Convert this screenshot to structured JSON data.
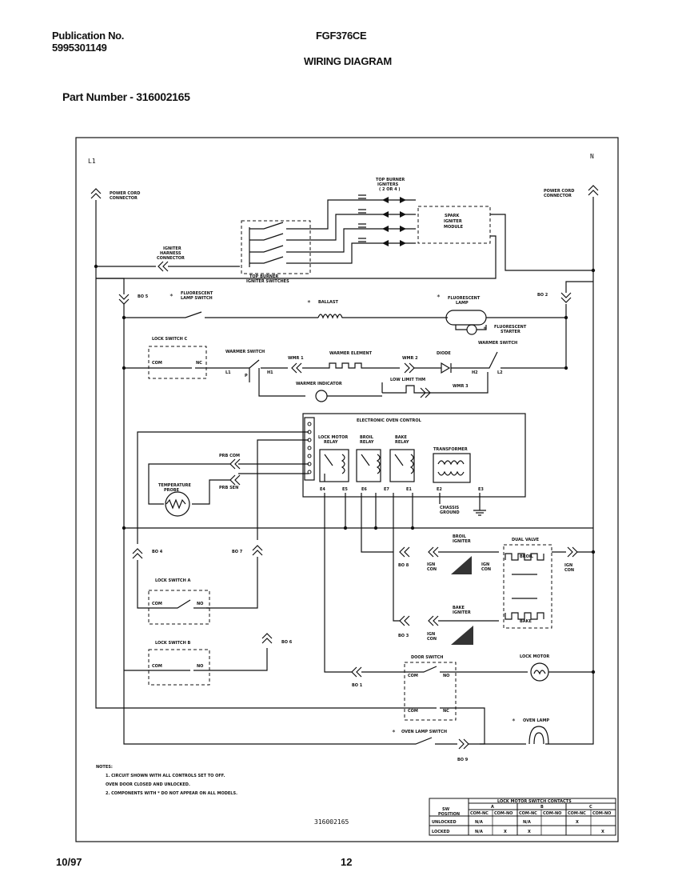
{
  "header": {
    "publication_label": "Publication No.",
    "publication_number": "5995301149",
    "model": "FGF376CE",
    "section_title": "WIRING DIAGRAM",
    "part_number": "Part Number - 316002165"
  },
  "footer": {
    "date": "10/97",
    "page": "12"
  },
  "diagram": {
    "l1": "L1",
    "n": "N",
    "power_cord_connector": [
      "POWER CORD",
      "CONNECTOR"
    ],
    "top_burner_igniters": [
      "TOP BURNER",
      "IGNITERS",
      "( 2 OR 4 )"
    ],
    "spark_igniter_module": [
      "SPARK",
      "IGNITER",
      "MODULE"
    ],
    "igniter_harness_connector": [
      "IGNITER",
      "HARNESS",
      "CONNECTOR"
    ],
    "top_burner_igniter_switches": [
      "TOP BURNER",
      "IGNITER SWITCHES"
    ],
    "bo5": "BO 5",
    "bo2": "BO 2",
    "bo4": "BO 4",
    "bo7": "BO 7",
    "bo6": "BO 6",
    "bo8": "BO 8",
    "bo3": "BO 3",
    "bo1": "BO 1",
    "bo9": "BO 9",
    "star": "*",
    "fluorescent_lamp_switch": [
      "FLUORESCENT",
      "LAMP SWITCH"
    ],
    "ballast": "BALLAST",
    "fluorescent_lamp": [
      "FLUORESCENT",
      "LAMP"
    ],
    "fluorescent_starter": [
      "FLUORESCENT",
      "STARTER"
    ],
    "lock_switch_c": "LOCK SWITCH C",
    "warmer_switch": "WARMER SWITCH",
    "warmer_switch_2": "WARMER SWITCH",
    "wmr1": "WMR 1",
    "warmer_element": "WARMER ELEMENT",
    "wmr2": "WMR 2",
    "diode": "DIODE",
    "low_limit_thm": "LOW LIMIT THM",
    "wmr3": "WMR 3",
    "warmer_indicator": "WARMER INDICATOR",
    "com": "COM",
    "nc": "NC",
    "no": "NO",
    "l1_small": "L1",
    "p": "P",
    "h1": "H1",
    "h2": "H2",
    "l2": "L2",
    "electronic_oven_control": "ELECTRONIC OVEN CONTROL",
    "lock_motor_relay": [
      "LOCK MOTOR",
      "RELAY"
    ],
    "broil_relay": [
      "BROIL",
      "RELAY"
    ],
    "bake_relay": [
      "BAKE",
      "RELAY"
    ],
    "transformer": "TRANSFORMER",
    "terminals": [
      "E4",
      "E5",
      "E6",
      "E7",
      "E1",
      "E2",
      "E3"
    ],
    "prb_com": "PRB COM",
    "prb_sen": "PRB SEN",
    "temperature_probe": [
      "TEMPERATURE",
      "PROBE"
    ],
    "chassis_ground": [
      "CHASSIS",
      "GROUND"
    ],
    "broil_igniter": [
      "BROIL",
      "IGNITER"
    ],
    "bake_igniter": [
      "BAKE",
      "IGNITER"
    ],
    "ign_con": [
      "IGN",
      "CON"
    ],
    "dual_valve": "DUAL VALVE",
    "broil": "BROIL",
    "bake": "BAKE",
    "lock_switch_a": "LOCK SWITCH A",
    "lock_switch_b": "LOCK SWITCH B",
    "door_switch": "DOOR SWITCH",
    "lock_motor": "LOCK MOTOR",
    "oven_lamp_switch": "OVEN LAMP SWITCH",
    "oven_lamp": "OVEN LAMP",
    "notes_title": "NOTES:",
    "notes": [
      "1.  CIRCUIT SHOWN WITH ALL CONTROLS SET TO OFF.",
      "    OVEN DOOR CLOSED AND UNLOCKED.",
      "2.  COMPONENTS WITH * DO NOT APPEAR ON ALL MODELS."
    ],
    "diagram_number": "316002165",
    "table": {
      "title": "LOCK MOTOR SWITCH CONTACTS",
      "sw_position": [
        "SW",
        "POSITION"
      ],
      "groups": [
        "A",
        "B",
        "C"
      ],
      "headers": [
        "COM-NC",
        "COM-NO",
        "COM-NC",
        "COM-NO",
        "COM-NC",
        "COM-NO"
      ],
      "rows": [
        {
          "label": "UNLOCKED",
          "cells": [
            "N/A",
            "",
            "N/A",
            "",
            "X",
            ""
          ]
        },
        {
          "label": "LOCKED",
          "cells": [
            "N/A",
            "X",
            "X",
            "",
            "",
            "X"
          ]
        }
      ]
    }
  }
}
